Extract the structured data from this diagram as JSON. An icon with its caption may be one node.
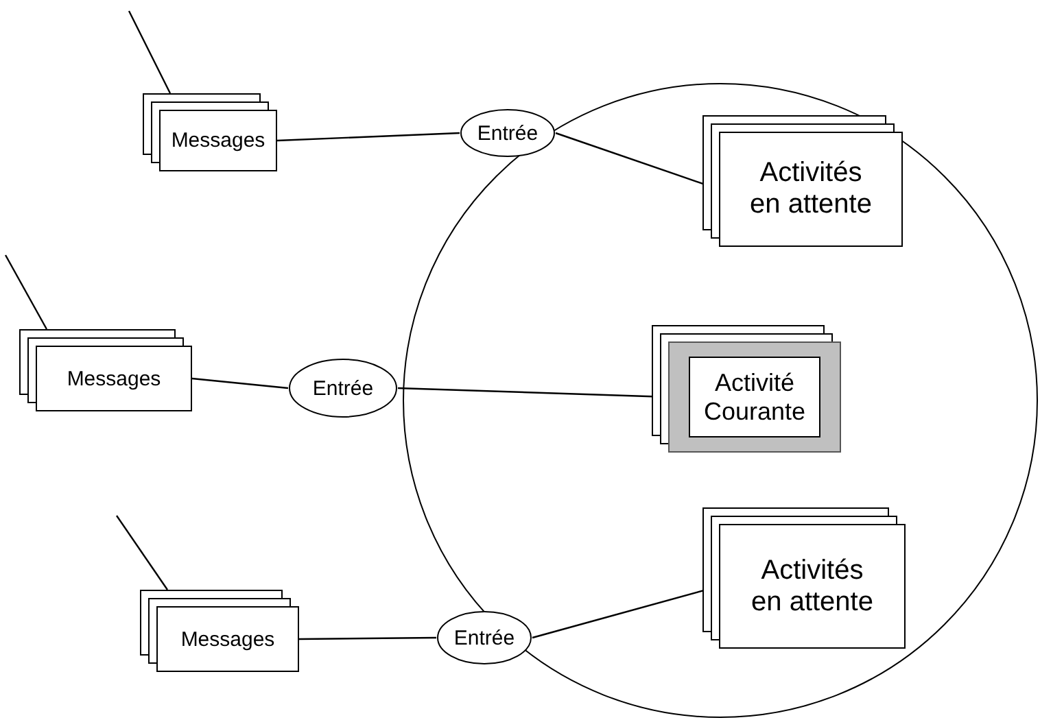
{
  "diagram": {
    "nodes": [
      {
        "text": [],
        "shape": "circle"
      },
      {
        "text": [
          "Messages"
        ]
      },
      {
        "text": [
          "Entrée"
        ]
      },
      {
        "text": [
          "Activités en attente"
        ],
        "in": 0
      },
      {
        "text": [
          "Messages"
        ]
      },
      {
        "text": [
          "Entrée"
        ]
      },
      {
        "text": [
          "Activité Courante"
        ],
        "in": 0
      },
      {
        "text": [
          "Messages"
        ]
      },
      {
        "text": [
          "Entrée"
        ]
      },
      {
        "text": [
          "Activités en attente"
        ],
        "in": 0
      }
    ],
    "edges": [
      {
        "from": null,
        "to": 1,
        "arrow": "none"
      },
      {
        "from": 1,
        "to": 2,
        "arrow": "none"
      },
      {
        "from": 2,
        "to": 3,
        "arrow": "none"
      },
      {
        "from": null,
        "to": 4,
        "arrow": "none"
      },
      {
        "from": 4,
        "to": 5,
        "arrow": "none"
      },
      {
        "from": 5,
        "to": 6,
        "arrow": "none"
      },
      {
        "from": null,
        "to": 7,
        "arrow": "none"
      },
      {
        "from": 7,
        "to": 8,
        "arrow": "none"
      },
      {
        "from": 8,
        "to": 9,
        "arrow": "none"
      }
    ]
  }
}
